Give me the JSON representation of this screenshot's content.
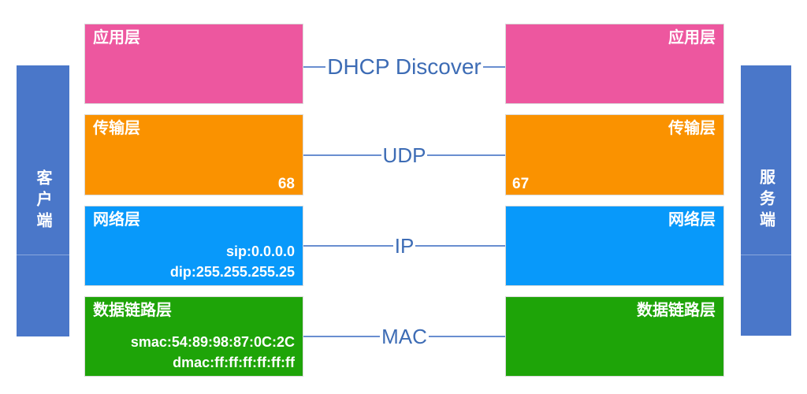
{
  "entities": {
    "client": "客户端",
    "server": "服务端"
  },
  "rows": [
    {
      "layer": "应用层",
      "connector": "DHCP Discover"
    },
    {
      "layer": "传输层",
      "connector": "UDP",
      "left_port": "68",
      "right_port": "67"
    },
    {
      "layer": "网络层",
      "connector": "IP",
      "left_lines": [
        "sip:0.0.0.0",
        "dip:255.255.255.25"
      ]
    },
    {
      "layer": "数据链路层",
      "connector": "MAC",
      "left_lines": [
        "smac:54:89:98:87:0C:2C",
        "dmac:ff:ff:ff:ff:ff:ff"
      ]
    }
  ],
  "colors": {
    "application": "#ED579F",
    "transport": "#FA9200",
    "network": "#0899FA",
    "datalink": "#1EA408",
    "entity_bar": "#4A77C9",
    "connector_text": "#3D6CB5",
    "connector_line": "#4472C4"
  }
}
